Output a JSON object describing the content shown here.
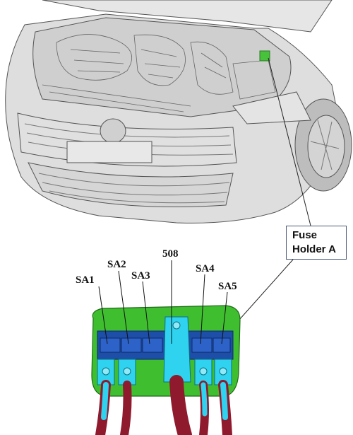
{
  "callout": {
    "line1": "Fuse",
    "line2": "Holder A"
  },
  "fuse_labels": {
    "sa1": "SA1",
    "sa2": "SA2",
    "sa3": "SA3",
    "f508": "508",
    "sa4": "SA4",
    "sa5": "SA5"
  },
  "colors": {
    "car_body": "#d9d9d9",
    "holder_green": "#3fbf2f",
    "fuse_blue": "#1e4fa8",
    "terminal_cyan": "#2fd3f0",
    "cable_red": "#8f1a2e",
    "highlight_green": "#48c23a"
  }
}
